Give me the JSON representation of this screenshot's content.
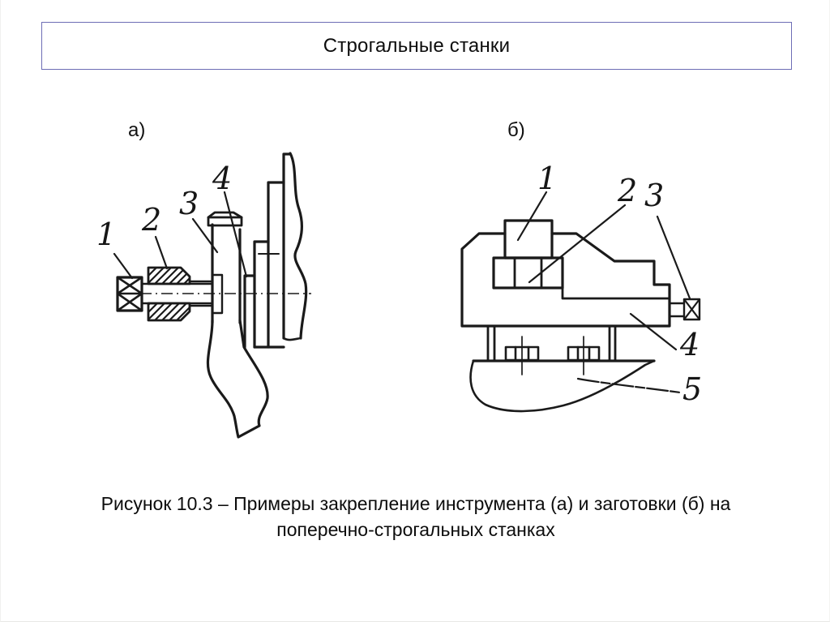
{
  "title": "Строгальные станки",
  "caption": "Рисунок 10.3 – Примеры закрепление инструмента (а) и заготовки (б) на поперечно-строгальных станках",
  "figure": {
    "left": {
      "label": "а)",
      "parts": [
        "1",
        "2",
        "3",
        "4"
      ]
    },
    "right": {
      "label": "б)",
      "parts": [
        "1",
        "2",
        "3",
        "4",
        "5"
      ]
    }
  },
  "colors": {
    "ink": "#1a1a1a",
    "title_border": "#6d6db5",
    "background": "#ffffff"
  }
}
